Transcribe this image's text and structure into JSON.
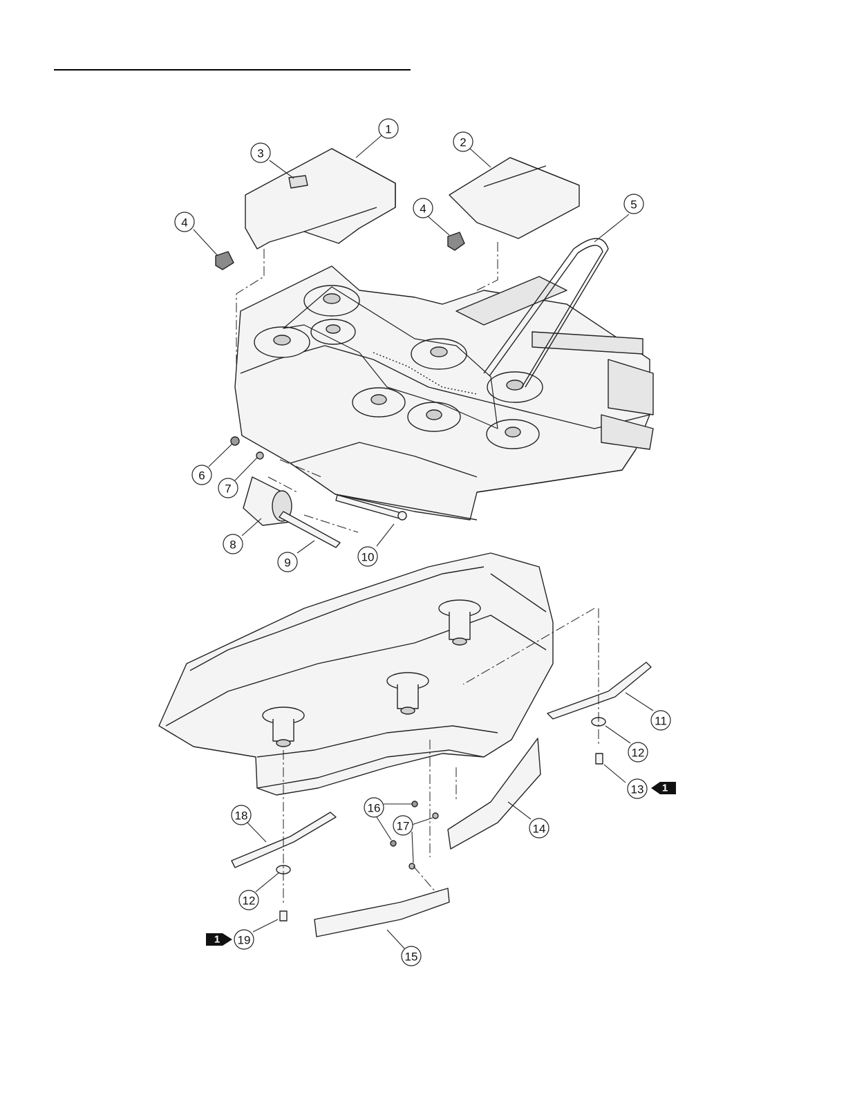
{
  "diagram": {
    "callouts": [
      {
        "id": "c1",
        "label": "1"
      },
      {
        "id": "c2",
        "label": "2"
      },
      {
        "id": "c3",
        "label": "3"
      },
      {
        "id": "c4a",
        "label": "4"
      },
      {
        "id": "c4b",
        "label": "4"
      },
      {
        "id": "c5",
        "label": "5"
      },
      {
        "id": "c6",
        "label": "6"
      },
      {
        "id": "c7",
        "label": "7"
      },
      {
        "id": "c8",
        "label": "8"
      },
      {
        "id": "c9",
        "label": "9"
      },
      {
        "id": "c10",
        "label": "10"
      },
      {
        "id": "c11",
        "label": "11"
      },
      {
        "id": "c12a",
        "label": "12"
      },
      {
        "id": "c12b",
        "label": "12"
      },
      {
        "id": "c13",
        "label": "13"
      },
      {
        "id": "c14",
        "label": "14"
      },
      {
        "id": "c15",
        "label": "15"
      },
      {
        "id": "c16",
        "label": "16"
      },
      {
        "id": "c17",
        "label": "17"
      },
      {
        "id": "c18",
        "label": "18"
      },
      {
        "id": "c19",
        "label": "19"
      }
    ],
    "notes": [
      {
        "id": "n13",
        "label": "1"
      },
      {
        "id": "n19",
        "label": "1"
      }
    ],
    "colors": {
      "line": "#222222",
      "fill": "#f4f4f4",
      "shade": "#cfcfcf",
      "dark": "#555555"
    }
  }
}
